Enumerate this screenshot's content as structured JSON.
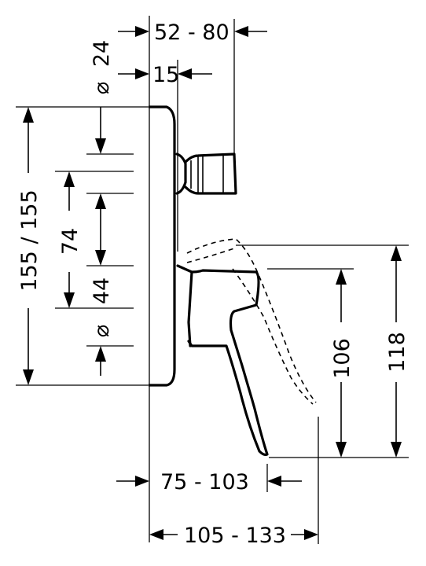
{
  "dimensions": {
    "top_overall": "52 - 80",
    "diameter_24": "24",
    "offset_15": "15",
    "height_total": "155 / 155",
    "spacing_74": "74",
    "diameter_44": "44",
    "height_106": "106",
    "height_118": "118",
    "depth_75_103": "75 - 103",
    "depth_105_133": "105 - 133"
  },
  "symbols": {
    "diameter": "⌀"
  }
}
